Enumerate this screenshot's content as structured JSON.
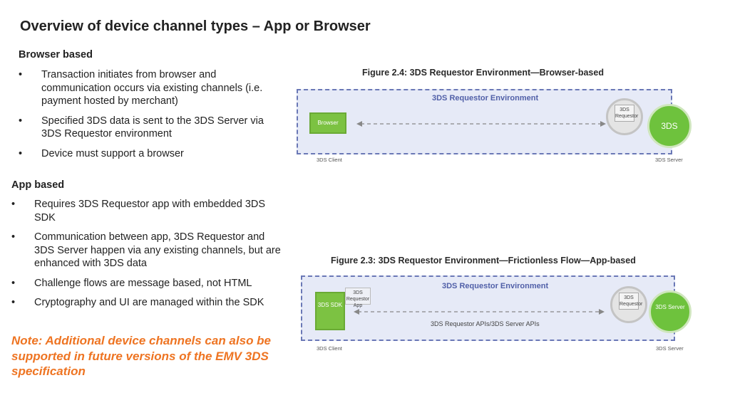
{
  "title": "Overview of device channel types – App or Browser",
  "browser": {
    "heading": "Browser based",
    "bullets": [
      "Transaction initiates from browser and communication occurs via existing channels (i.e. payment hosted by merchant)",
      "Specified 3DS data is sent to the 3DS Server via 3DS Requestor environment",
      "Device must support a browser"
    ]
  },
  "app": {
    "heading": "App based",
    "bullets": [
      "Requires 3DS Requestor app with embedded 3DS SDK",
      "Communication between app, 3DS Requestor and 3DS Server happen via any existing channels, but are enhanced with 3DS data",
      "Challenge flows are message based, not HTML",
      "Cryptography and UI are managed within the SDK"
    ]
  },
  "note": "Note:  Additional device channels can also be supported in future versions of the EMV 3DS specification",
  "figure_browser": {
    "title": "Figure 2.4:  3DS Requestor Environment—Browser-based",
    "env_label": "3DS Requestor Environment",
    "client_box": "Browser",
    "requestor_label": "3DS Requestor",
    "server_label": "3DS",
    "client_caption": "3DS Client",
    "server_caption": "3DS Server"
  },
  "figure_app": {
    "title": "Figure 2.3:  3DS Requestor Environment—Frictionless Flow—App-based",
    "env_label": "3DS Requestor Environment",
    "sdk_label": "3DS SDK",
    "app_label": "3DS Requestor App",
    "requestor_label": "3DS Requestor",
    "server_label": "3DS Server",
    "api_label": "3DS Requestor APIs/3DS Server APIs",
    "client_caption": "3DS Client",
    "server_caption": "3DS Server"
  }
}
